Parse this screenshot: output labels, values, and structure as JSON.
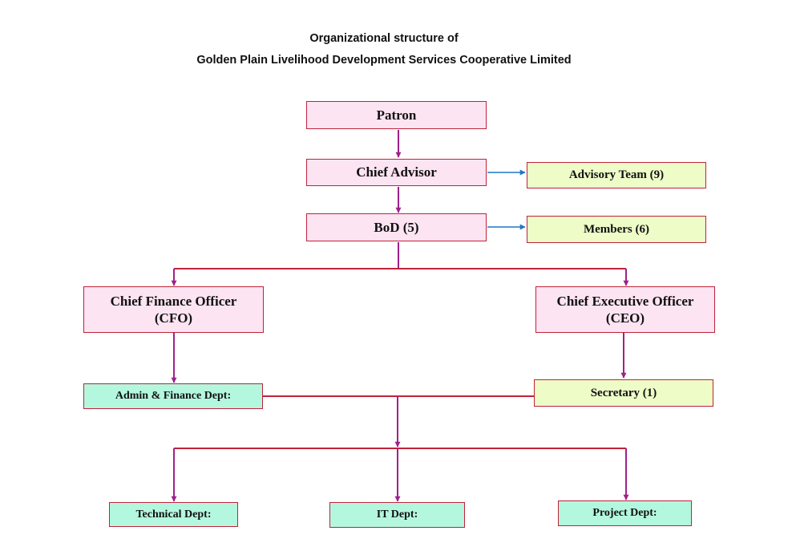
{
  "title": {
    "line1": "Organizational structure of",
    "line2": "Golden Plain Livelihood Development Services Cooperative Limited"
  },
  "nodes": {
    "patron": "Patron",
    "chief_advisor": "Chief Advisor",
    "advisory_team": "Advisory Team (9)",
    "bod": "BoD (5)",
    "members": "Members (6)",
    "cfo_line1": "Chief Finance Officer",
    "cfo_line2": "(CFO)",
    "ceo_line1": "Chief Executive Officer",
    "ceo_line2": "(CEO)",
    "admin_finance": "Admin & Finance Dept:",
    "secretary": "Secretary (1)",
    "technical": "Technical Dept:",
    "it": "IT Dept:",
    "project": "Project Dept:"
  },
  "colors": {
    "connector": "#a0208a",
    "side_arrow": "#1f77c8",
    "bar": "#c0223a",
    "box_border": "#c0223a",
    "pink_fill": "#fce4f2",
    "yellow_fill": "#eefcc8",
    "mint_fill": "#b4f7df"
  }
}
